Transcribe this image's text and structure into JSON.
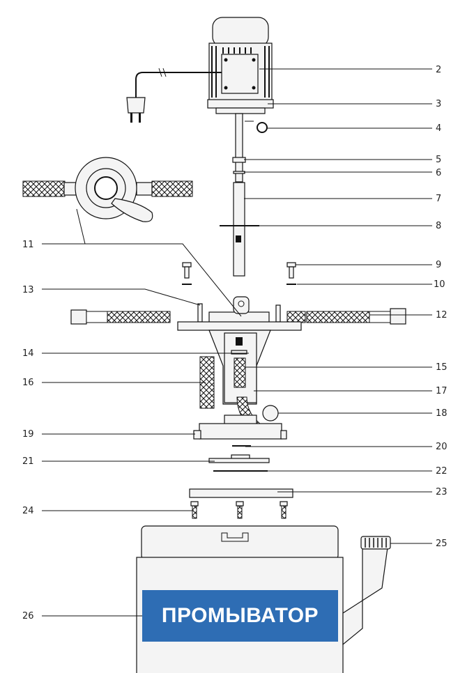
{
  "callouts": [
    "2",
    "3",
    "4",
    "5",
    "6",
    "7",
    "8",
    "9",
    "10",
    "11",
    "12",
    "13",
    "14",
    "15",
    "16",
    "17",
    "18",
    "19",
    "20",
    "21",
    "22",
    "23",
    "24",
    "25",
    "26"
  ],
  "banner": {
    "text": "ПРОМЫВАТОР",
    "background": "#2e6db4",
    "color": "#ffffff"
  }
}
